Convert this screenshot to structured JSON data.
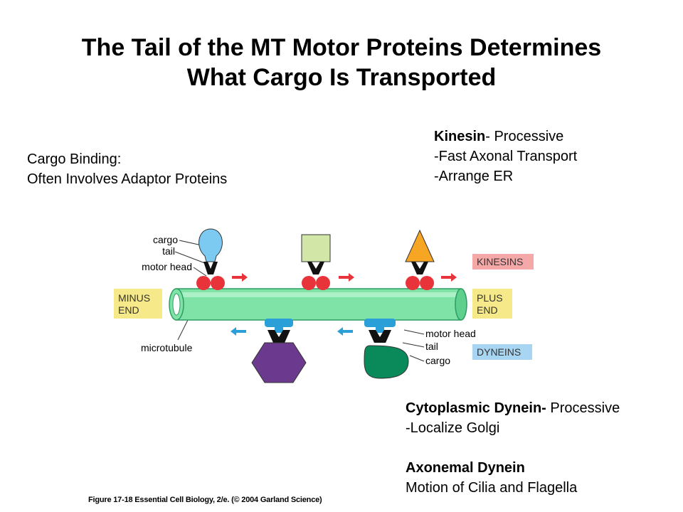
{
  "title": {
    "line1": "The Tail of the MT Motor Proteins Determines",
    "line2": "What Cargo Is Transported"
  },
  "cargo_binding": {
    "line1": "Cargo Binding:",
    "line2": "Often Involves Adaptor Proteins"
  },
  "kinesin_note": {
    "name": "Kinesin",
    "suffix": "- Processive",
    "line2": "-Fast Axonal Transport",
    "line3": "-Arrange ER"
  },
  "dynein_note": {
    "name": "Cytoplasmic Dynein-",
    "suffix": " Processive",
    "line2": "-Localize Golgi",
    "axonemal_name": "Axonemal Dynein",
    "axonemal_line2": "Motion of Cilia and Flagella"
  },
  "diagram": {
    "labels": {
      "cargo_top": "cargo",
      "tail_top": "tail",
      "motor_head_top": "motor head",
      "minus_end_1": "MINUS",
      "minus_end_2": "END",
      "plus_end_1": "PLUS",
      "plus_end_2": "END",
      "kinesins": "KINESINS",
      "dyneins": "DYNEINS",
      "microtubule": "microtubule",
      "motor_head_bottom": "motor head",
      "tail_bottom": "tail",
      "cargo_bottom": "cargo"
    },
    "colors": {
      "microtubule": "#7fe3a8",
      "microtubule_dark": "#2f9c63",
      "motor_head": "#e8333a",
      "kinesin_cargo_circle": "#7ccaf2",
      "kinesin_cargo_square": "#d2e6a8",
      "kinesin_cargo_triangle": "#f6a623",
      "dynein_cargo_hexagon": "#6b3a8e",
      "dynein_cargo_oval": "#0a8a5a",
      "dynein_head": "#2a9fd8",
      "arrow_red": "#e8333a",
      "arrow_blue": "#2a9fd8",
      "label_yellow": "#f6e98a",
      "label_pink": "#f4a8a8",
      "label_blue": "#a8d6f2"
    }
  },
  "caption": "Figure 17-18  Essential Cell Biology, 2/e. (© 2004 Garland Science)"
}
